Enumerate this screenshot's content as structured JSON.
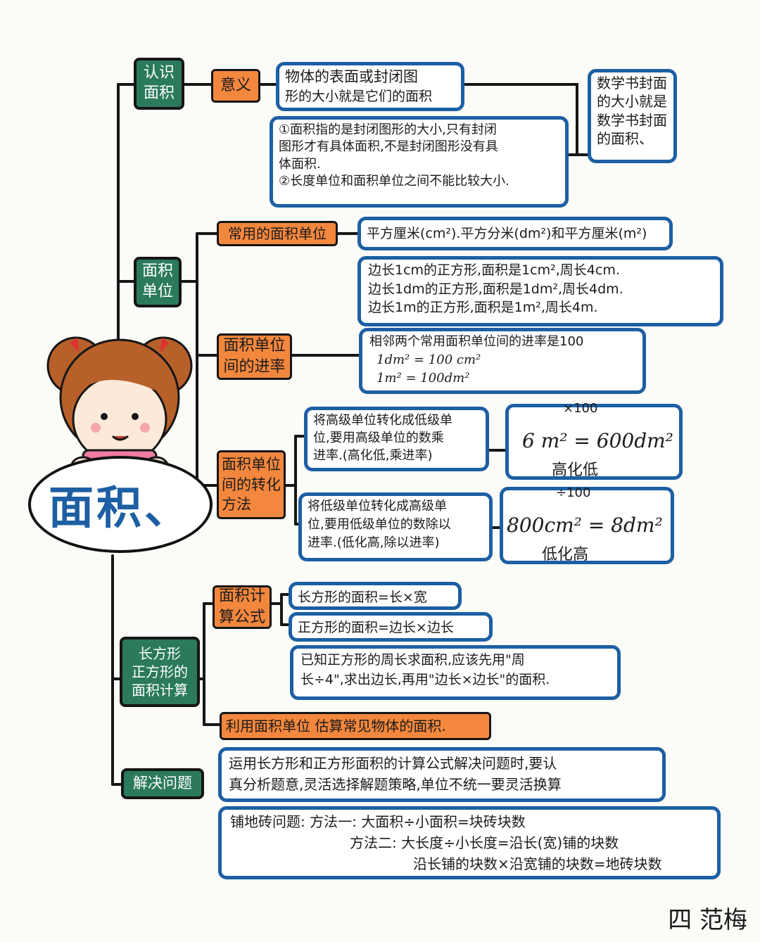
{
  "title": "面积、",
  "signature": "四 范梅",
  "sections": {
    "recognize": {
      "label": [
        "认识",
        "面积"
      ],
      "meaning_tag": "意义",
      "definition": [
        "物体的表面或封闭图",
        "形的大小就是它们的面积"
      ],
      "example": [
        "数学书封面",
        "的大小就是",
        "数学书封面",
        "的面积、"
      ],
      "notes": [
        "①面积指的是封闭图形的大小,只有封闭",
        "图形才有具体面积,不是封闭图形没有具",
        "体面积.",
        "②长度单位和面积单位之间不能比较大小."
      ]
    },
    "units": {
      "label": [
        "面积",
        "单位"
      ],
      "common_tag": "常用的面积单位",
      "common_list": "平方厘米(cm²).平方分米(dm²)和平方厘米(m²)",
      "examples": [
        "边长1cm的正方形,面积是1cm²,周长4cm.",
        "边长1dm的正方形,面积是1dm²,周长4dm.",
        "边长1m的正方形,面积是1m²,周长4m."
      ],
      "rate_tag": [
        "面积单位",
        "间的进率"
      ],
      "rate_box": [
        "相邻两个常用面积单位间的进率是100",
        "1dm² = 100 cm²",
        "1m² = 100dm²"
      ],
      "convert_tag": [
        "面积单位",
        "间的转化",
        "方法"
      ],
      "convert_high_low": [
        "将高级单位转化成低级单",
        "位,要用高级单位的数乘",
        "进率.(高化低,乘进率)"
      ],
      "high_low_arrow": "×100",
      "high_low_formula": "6 m² = 600dm²",
      "high_low_caption": "高化低",
      "convert_low_high": [
        "将低级单位转化成高级单",
        "位,要用低级单位的数除以",
        "进率.(低化高,除以进率)"
      ],
      "low_high_arrow": "÷100",
      "low_high_formula": "800cm² = 8dm²",
      "low_high_caption": "低化高"
    },
    "calc": {
      "label": [
        "长方形",
        "正方形的",
        "面积计算"
      ],
      "formula_tag": [
        "面积计",
        "算公式"
      ],
      "rect_formula": "长方形的面积=长×宽",
      "square_formula": "正方形的面积=边长×边长",
      "perimeter_note": [
        "已知正方形的周长求面积,应该先用\"周",
        "长÷4\",求出边长,再用\"边长×边长\"的面积."
      ],
      "estimate_tag": "利用面积单位 估算常见物体的面积."
    },
    "solve": {
      "label": "解决问题",
      "advice": [
        "运用长方形和正方形面积的计算公式解决问题时,要认",
        "真分析题意,灵活选择解题策略,单位不统一要灵活换算"
      ],
      "tile": [
        "铺地砖问题: 方法一: 大面积÷小面积=块砖块数",
        "方法二: 大长度÷小长度=沿长(宽)铺的块数",
        "沿长铺的块数×沿宽铺的块数=地砖块数"
      ]
    }
  }
}
